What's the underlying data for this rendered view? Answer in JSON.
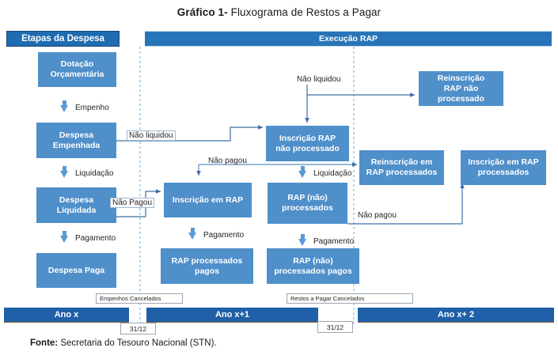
{
  "title": {
    "bold": "Gráfico 1-",
    "rest": " Fluxograma de Restos a Pagar"
  },
  "headers": {
    "left": "Etapas da Despesa",
    "right": "Execução RAP"
  },
  "colors": {
    "box_fill": "#4f8fca",
    "header_left": "#1f6cb0",
    "header_right": "#2874b8",
    "timeline": "#2060a8",
    "arrow": "#5b9bd5",
    "connector": "#3f6fa8",
    "year_divider": "#7ab3dd"
  },
  "stage_boxes": [
    {
      "id": "dotacao-orcamentaria",
      "line1": "Dotação",
      "line2": "Orçamentária"
    },
    {
      "id": "despesa-empenhada",
      "line1": "Despesa",
      "line2": "Empenhada"
    },
    {
      "id": "despesa-liquidada",
      "line1": "Despesa",
      "line2": "Liquidada"
    },
    {
      "id": "despesa-paga",
      "line1": "Despesa Paga",
      "line2": ""
    }
  ],
  "rap_boxes": [
    {
      "id": "inscricao-rap-nao-processado",
      "line1": "Inscrição RAP",
      "line2": "não processado"
    },
    {
      "id": "reinscricao-rap-nao-processado",
      "line1": "Reinscrição",
      "line2": "RAP não",
      "line3": "processado"
    },
    {
      "id": "inscricao-em-rap",
      "line1": "Inscrição em RAP",
      "line2": ""
    },
    {
      "id": "rap-nao-processados",
      "line1": "RAP (não)",
      "line2": "processados"
    },
    {
      "id": "reinscricao-em-rap-processados",
      "line1": "Reinscrição em",
      "line2": "RAP processados"
    },
    {
      "id": "inscricao-em-rap-processados",
      "line1": "Inscrição em RAP",
      "line2": "processados"
    },
    {
      "id": "rap-processados-pagos",
      "line1": "RAP processados",
      "line2": "pagos"
    },
    {
      "id": "rap-nao-processados-pagos",
      "line1": "RAP (não)",
      "line2": "processados pagos"
    }
  ],
  "flow_labels": {
    "empenho": "Empenho",
    "liquidacao_left": "Liquidação",
    "pagamento_left": "Pagamento",
    "nao_liquidou_left": "Não liquidou",
    "nao_pagou_left": "Não Pagou",
    "nao_liquidou_top": "Não liquidou",
    "nao_pagou_mid": "Não pagou",
    "liquidacao_mid": "Liquidação",
    "pagamento_c1": "Pagamento",
    "pagamento_c2": "Pagamento",
    "nao_pagou_right": "Não pagou"
  },
  "timeline": {
    "years": [
      {
        "id": "ano-x",
        "label": "Ano x"
      },
      {
        "id": "ano-x-mais-1",
        "label": "Ano x+1"
      },
      {
        "id": "ano-x-mais-2",
        "label": "Ano x+ 2"
      }
    ],
    "notes": [
      {
        "id": "empenhos-cancelados",
        "label": "Empenhos Cancelados"
      },
      {
        "id": "restos-a-pagar-cancelados",
        "label": "Restos a Pagar  Cancelados"
      }
    ],
    "dates": [
      {
        "id": "date-marker-1",
        "label": "31/12"
      },
      {
        "id": "date-marker-2",
        "label": "31/12"
      }
    ]
  },
  "source": {
    "bold": "Fonte:",
    "rest": " Secretaria do Tesouro Nacional (STN)."
  }
}
